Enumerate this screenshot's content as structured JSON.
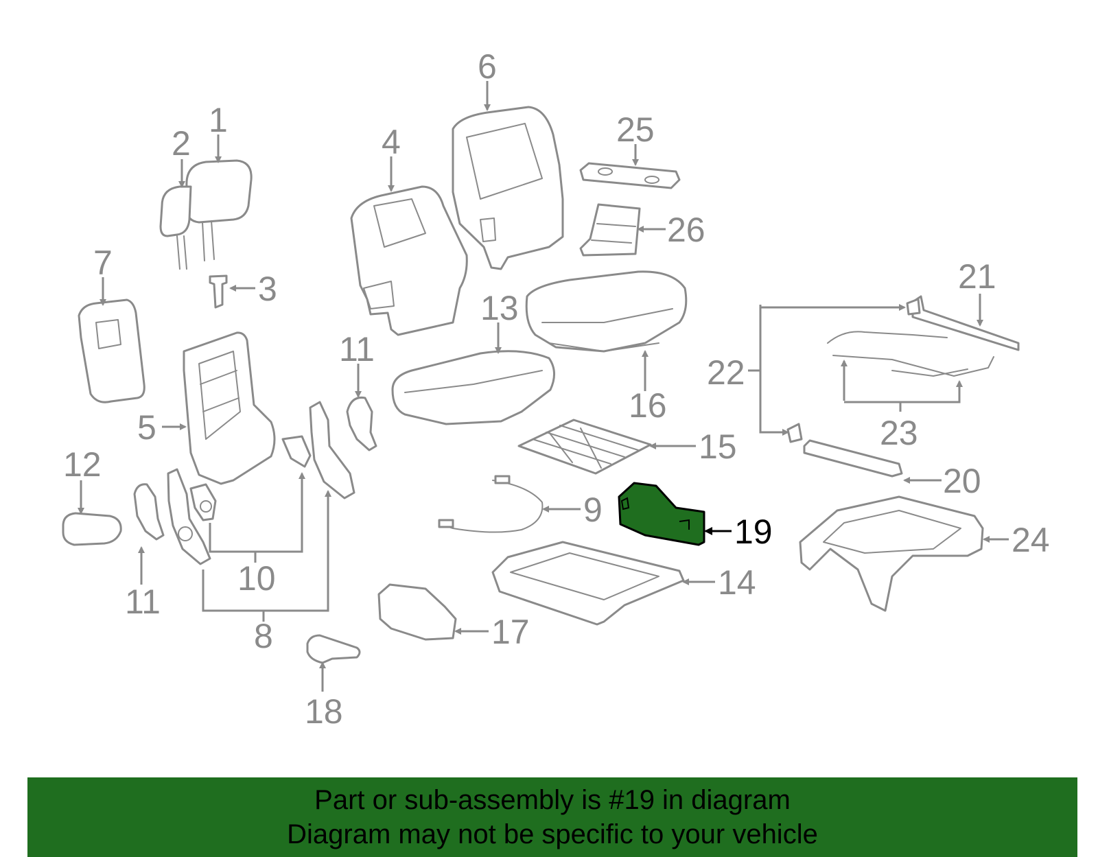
{
  "highlight_color": "#1f6e1f",
  "part_color": "#8a8a8a",
  "callouts": {
    "c1": "1",
    "c2": "2",
    "c3": "3",
    "c4": "4",
    "c5": "5",
    "c6": "6",
    "c7": "7",
    "c8": "8",
    "c9": "9",
    "c10": "10",
    "c11a": "11",
    "c11b": "11",
    "c12": "12",
    "c13": "13",
    "c14": "14",
    "c15": "15",
    "c16": "16",
    "c17": "17",
    "c18": "18",
    "c19": "19",
    "c20": "20",
    "c21": "21",
    "c22": "22",
    "c23": "23",
    "c24": "24",
    "c25": "25",
    "c26": "26"
  },
  "banner": {
    "line1": "Part or sub-assembly is #19 in diagram",
    "line2": "Diagram may not be specific to your vehicle"
  }
}
